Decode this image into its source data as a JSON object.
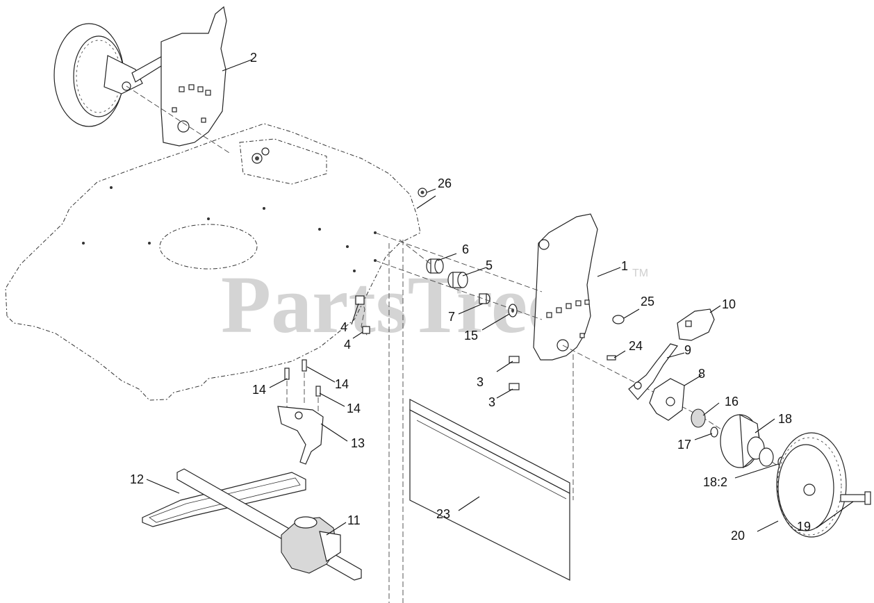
{
  "watermark": {
    "text": "PartsTree",
    "tm": "TM"
  },
  "callouts": {
    "c1": "1",
    "c2": "2",
    "c3a": "3",
    "c3b": "3",
    "c4a": "4",
    "c4b": "4",
    "c5": "5",
    "c6": "6",
    "c7": "7",
    "c8": "8",
    "c9": "9",
    "c10": "10",
    "c11": "11",
    "c12": "12",
    "c13": "13",
    "c14a": "14",
    "c14b": "14",
    "c14c": "14",
    "c15": "15",
    "c16": "16",
    "c17": "17",
    "c18": "18",
    "c18_2": "18:2",
    "c19": "19",
    "c20": "20",
    "c23": "23",
    "c24": "24",
    "c25": "25",
    "c26": "26"
  }
}
